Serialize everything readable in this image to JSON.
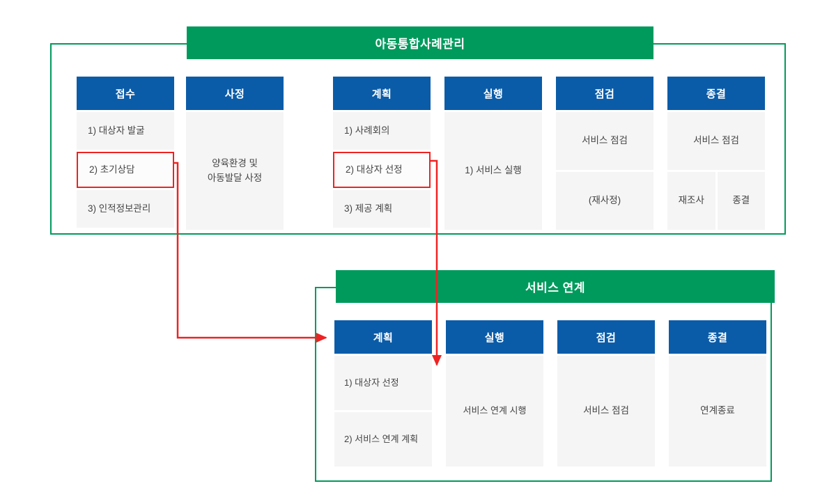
{
  "colors": {
    "green": "#009a5c",
    "blue": "#0b5ca8",
    "cell_bg": "#f5f5f5",
    "highlight_red": "#ee2222",
    "text": "#444444",
    "page_bg": "#ffffff"
  },
  "sections": [
    {
      "id": "child-integrated-case-management",
      "title": "아동통합사례관리",
      "columns": [
        {
          "id": "intake",
          "header": "접수",
          "cells": [
            {
              "text": "1) 대상자 발굴",
              "align": "lead",
              "highlight": false
            },
            {
              "text": "2) 초기상담",
              "align": "lead",
              "highlight": true
            },
            {
              "text": "3) 인적정보관리",
              "align": "lead",
              "highlight": false
            }
          ]
        },
        {
          "id": "assessment",
          "header": "사정",
          "cells": [
            {
              "text": "양육환경 및\n아동발달 사정",
              "align": "center",
              "highlight": false
            }
          ]
        },
        {
          "id": "plan",
          "header": "계획",
          "cells": [
            {
              "text": "1) 사례회의",
              "align": "lead",
              "highlight": false
            },
            {
              "text": "2) 대상자 선정",
              "align": "lead",
              "highlight": true
            },
            {
              "text": "3) 제공 계획",
              "align": "lead",
              "highlight": false
            }
          ]
        },
        {
          "id": "execution",
          "header": "실행",
          "cells": [
            {
              "text": "1) 서비스 실행",
              "align": "center",
              "highlight": false
            }
          ]
        },
        {
          "id": "monitoring",
          "header": "점검",
          "cells": [
            {
              "text": "서비스 점검",
              "align": "center",
              "highlight": false
            },
            {
              "text": "(재사정)",
              "align": "center",
              "highlight": false
            }
          ]
        },
        {
          "id": "termination",
          "header": "종결",
          "cells": [
            {
              "text": "서비스 점검",
              "align": "center",
              "highlight": false
            }
          ],
          "split_row": [
            "재조사",
            "종결"
          ]
        }
      ]
    },
    {
      "id": "service-linkage",
      "title": "서비스 연계",
      "columns": [
        {
          "id": "plan",
          "header": "계획",
          "cells": [
            {
              "text": "1) 대상자 선정",
              "align": "lead",
              "highlight": false
            },
            {
              "text": "2) 서비스 연계 계획",
              "align": "lead",
              "highlight": false
            }
          ]
        },
        {
          "id": "execution",
          "header": "실행",
          "cells": [
            {
              "text": "서비스 연계 시행",
              "align": "center",
              "highlight": false
            }
          ]
        },
        {
          "id": "monitoring",
          "header": "점검",
          "cells": [
            {
              "text": "서비스 점검",
              "align": "center",
              "highlight": false
            }
          ]
        },
        {
          "id": "termination",
          "header": "종결",
          "cells": [
            {
              "text": "연계종료",
              "align": "center",
              "highlight": false
            }
          ]
        }
      ]
    }
  ],
  "connectors": [
    {
      "id": "intake-initial-consult-to-linkage-plan",
      "from": "접수 / 2) 초기상담",
      "to": "서비스 연계 / 계획",
      "color": "#ee2222"
    },
    {
      "id": "plan-select-target-to-linkage-plan-column",
      "from": "계획 / 2) 대상자 선정",
      "to": "서비스 연계 / 계획 열",
      "color": "#ee2222"
    }
  ]
}
